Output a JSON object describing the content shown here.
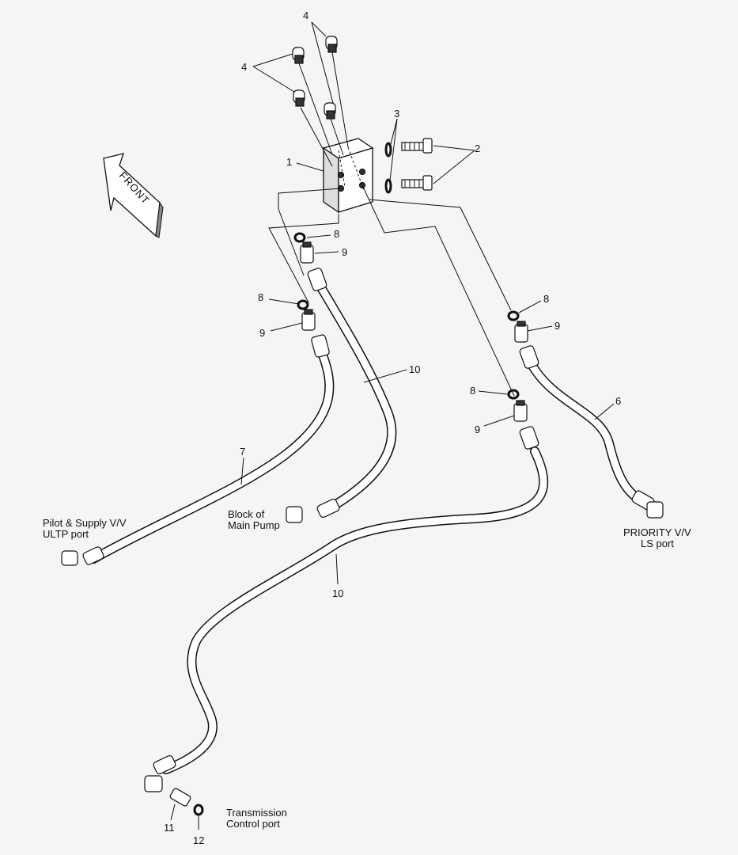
{
  "front_arrow": {
    "text": "FRONT"
  },
  "callouts": {
    "n1": "1",
    "n2": "2",
    "n3": "3",
    "n4a": "4",
    "n4b": "4",
    "n6": "6",
    "n7": "7",
    "n8a": "8",
    "n8b": "8",
    "n8c": "8",
    "n8d": "8",
    "n9a": "9",
    "n9b": "9",
    "n9c": "9",
    "n9d": "9",
    "n10a": "10",
    "n10b": "10",
    "n11": "11",
    "n12": "12"
  },
  "labels": {
    "pilot_line1": "Pilot & Supply V/V",
    "pilot_line2": "ULTP port",
    "block_line1": "Block of",
    "block_line2": "Main Pump",
    "priority_line1": "PRIORITY V/V",
    "priority_line2": "LS port",
    "trans_line1": "Transmission",
    "trans_line2": "Control port"
  }
}
